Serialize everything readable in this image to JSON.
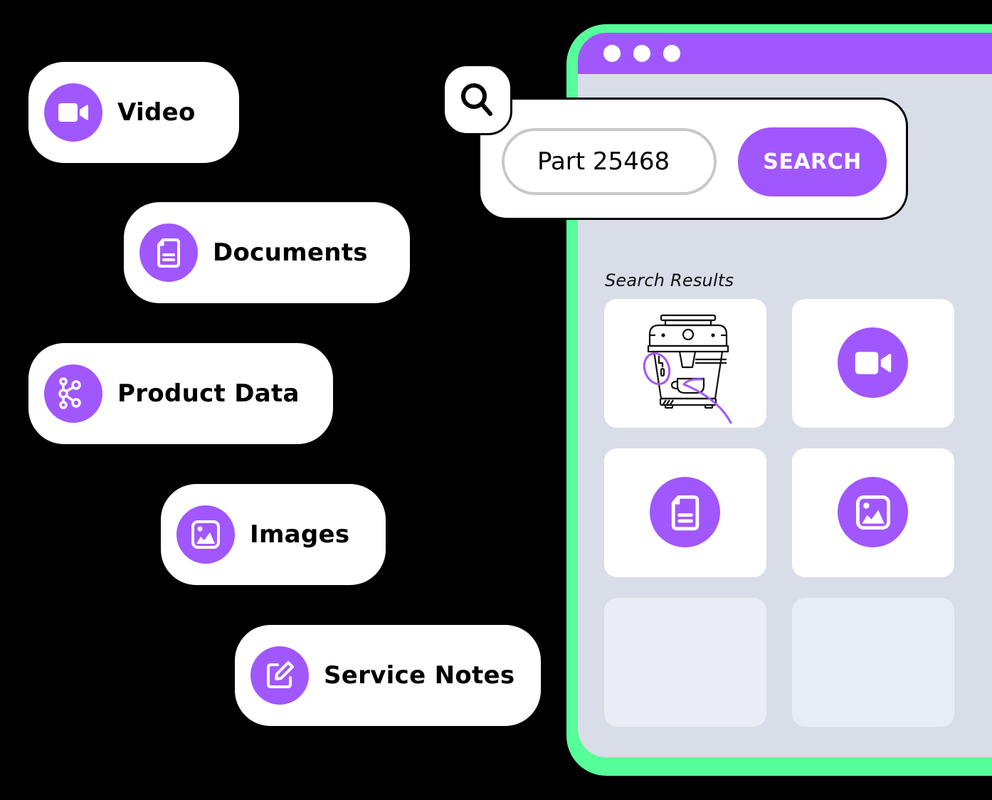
{
  "colors": {
    "accent": "#A157FE",
    "window_frame": "#56FE9A",
    "window_body": "#D9DDE8",
    "card": "#FFFFFF",
    "empty_tile": "#EAEDF3",
    "background": "#000000"
  },
  "categories": [
    {
      "label": "Video",
      "icon": "video-camera-icon"
    },
    {
      "label": "Documents",
      "icon": "document-icon"
    },
    {
      "label": "Product Data",
      "icon": "nodes-graph-icon"
    },
    {
      "label": "Images",
      "icon": "image-icon"
    },
    {
      "label": "Service Notes",
      "icon": "edit-note-icon"
    }
  ],
  "search": {
    "icon": "magnifier-icon",
    "value": "Part 25468",
    "button_label": "SEARCH"
  },
  "window": {
    "titlebar_dots": 3
  },
  "results": {
    "label": "Search Results",
    "tiles": [
      {
        "type": "image",
        "content": "coffee-machine-illustration"
      },
      {
        "type": "icon",
        "icon": "video-camera-icon"
      },
      {
        "type": "icon",
        "icon": "document-icon"
      },
      {
        "type": "icon",
        "icon": "image-icon"
      },
      {
        "type": "empty"
      },
      {
        "type": "empty"
      }
    ]
  }
}
